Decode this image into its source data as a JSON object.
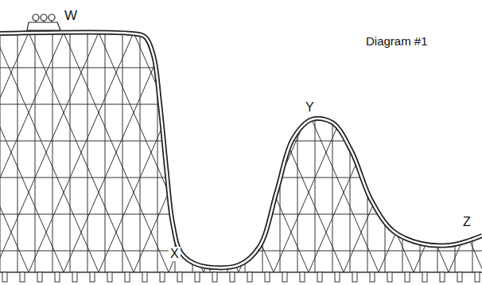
{
  "diagram": {
    "labels": [
      "W",
      "Diagram #1",
      "X",
      "Y",
      "Z"
    ]
  }
}
